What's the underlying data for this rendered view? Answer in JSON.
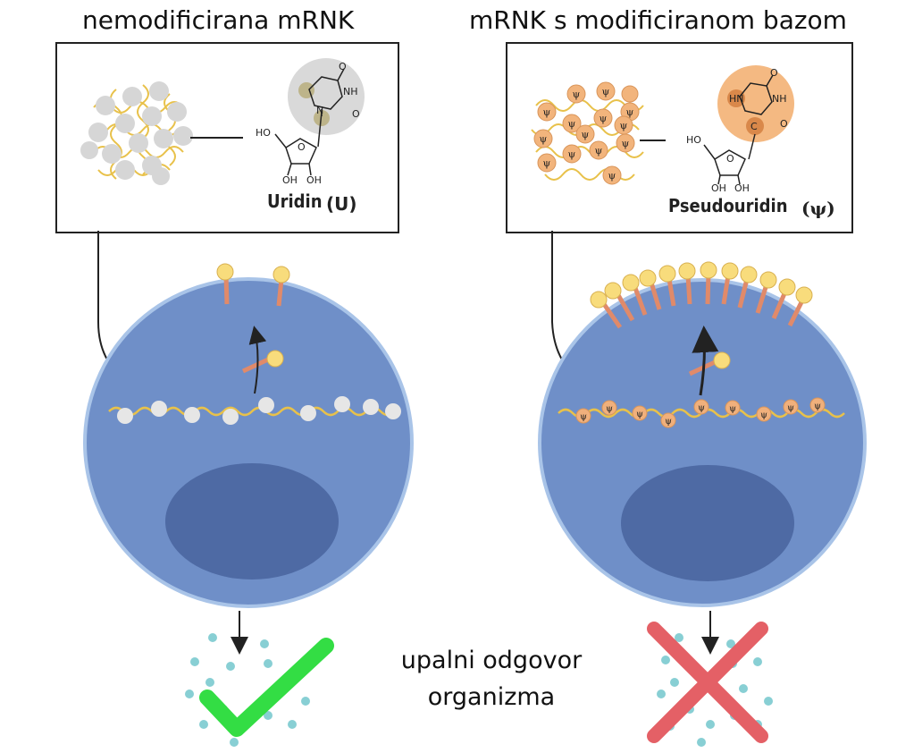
{
  "panels": {
    "left": {
      "title": "nemodificirana mRNK",
      "nucleoside_name": "Uridin",
      "nucleoside_symbol": "(U)",
      "atoms": {
        "o1": "O",
        "nh": "NH",
        "n": "N",
        "o2": "O",
        "ho": "HO",
        "oh1": "OH",
        "oh2": "OH",
        "o_ring": "O"
      }
    },
    "right": {
      "title": "mRNK s modificiranom bazom",
      "nucleoside_name": "Pseudouridin",
      "nucleoside_symbol": "(ψ)",
      "atoms": {
        "o1": "O",
        "hn": "HN",
        "nh": "NH",
        "c": "C",
        "o2": "O",
        "ho": "HO",
        "oh1": "OH",
        "oh2": "OH",
        "o_ring": "O"
      },
      "psi_symbol": "ψ"
    }
  },
  "response": {
    "line1": "upalni odgovor",
    "line2": "organizma"
  },
  "colors": {
    "cell_body": "#6f8fc8",
    "nucleus": "#4e6aa4",
    "membrane": "#a9c4e8",
    "rna_strand": "#e8c14a",
    "uridine_ball": "#e0e0e0",
    "pseudo_ball": "#f0b07c",
    "receptor_head": "#f8dc7c",
    "receptor_stem": "#e08a6a",
    "check_mark": "#33dd44",
    "cross_mark": "#e46066",
    "cytokine_dots": "#88cfd4"
  }
}
